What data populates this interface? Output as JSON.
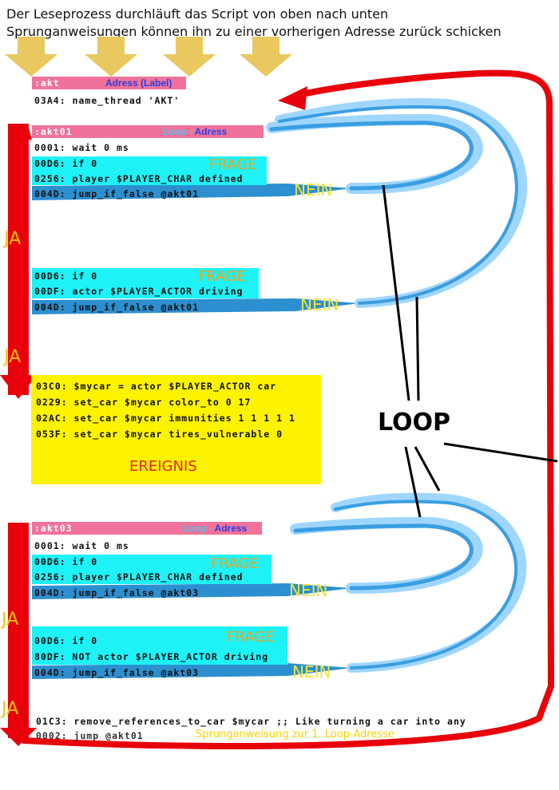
{
  "header": {
    "line1": "Der Leseprozess durchläuft das Script von oben nach unten",
    "line2": "Sprunganweisungen können ihn zu einer vorherigen Adresse zurück schicken"
  },
  "block_akt": {
    "label": ":akt",
    "label_note": "Adress (Label)",
    "line": "03A4: name_thread 'AKT'"
  },
  "block_akt01": {
    "label": ":akt01",
    "note_loop": "Loop",
    "note_dash": " - ",
    "note_adress": "Adress",
    "wait": "0001: wait 0 ms",
    "q1": {
      "if": "00D6: if 0",
      "cond": "0256: player $PLAYER_CHAR defined",
      "jump": "004D: jump_if_false  @akt01",
      "frage": "FRAGE",
      "nein": "NEIN"
    },
    "ja1": "JA",
    "q2": {
      "if": "00D6: if 0",
      "cond": "00DF: actor $PLAYER_ACTOR driving",
      "jump": "004D: jump_if_false  @akt01",
      "frage": "FRAGE",
      "nein": "NEIN"
    },
    "ja2": "JA"
  },
  "event": {
    "lines": [
      "03C0: $mycar = actor $PLAYER_ACTOR car",
      "0229: set_car $mycar color_to 0 17",
      "02AC: set_car $mycar immunities 1 1 1 1 1",
      "053F: set_car $mycar tires_vulnerable 0"
    ],
    "label": "EREIGNIS"
  },
  "loop_label": "LOOP",
  "block_akt03": {
    "label": ":akt03",
    "note_loop": "Loop",
    "note_dash": " - ",
    "note_adress": "Adress",
    "wait": "0001: wait 0 ms",
    "q1": {
      "if": "00D6: if 0",
      "cond": "0256: player $PLAYER_CHAR defined",
      "jump": "004D: jump_if_false  @akt03",
      "frage": "FRAGE",
      "nein": "NEIN"
    },
    "ja1": "JA",
    "q2": {
      "if": "00D6: if 0",
      "cond": "80DF: NOT actor $PLAYER_ACTOR driving",
      "jump": "004D: jump_if_false  @akt03",
      "frage": "FRAGE",
      "nein": "NEIN"
    },
    "ja2": "JA"
  },
  "footer": {
    "remove": "01C3: remove_references_to_car $mycar ;; Like turning a car into any",
    "jump": "0002: jump  @akt01",
    "sprung": "Sprunganweisung zur 1. Loop-Adresse"
  },
  "colors": {
    "label_pink": "#f0729a",
    "question_cyan": "#1ef2f7",
    "event_yellow": "#fdf200",
    "jump_blue": "#2c8fd0",
    "flow_red": "#e8000a",
    "arrow_gold": "#e8c85f"
  }
}
